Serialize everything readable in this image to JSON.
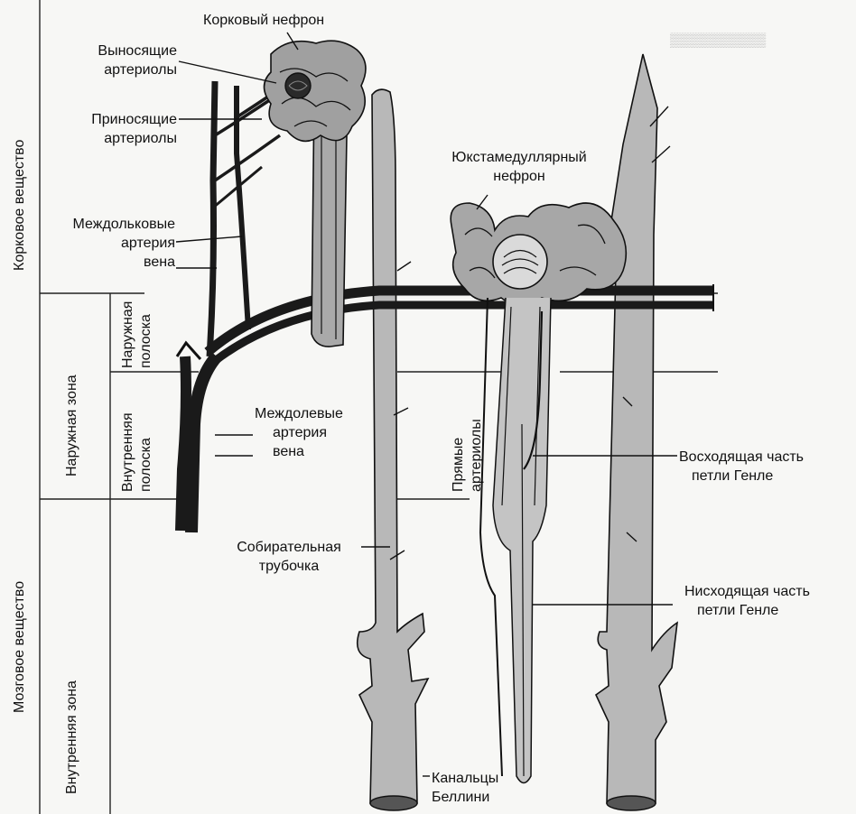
{
  "zones": {
    "cortex": "Корковое вещество",
    "medulla": "Мозговое вещество",
    "outer_zone": "Наружная зона",
    "inner_zone": "Внутренняя зона",
    "outer_strip": [
      "Наружная",
      "полоска"
    ],
    "inner_strip": [
      "Внутренняя",
      "полоска"
    ]
  },
  "labels": {
    "cortical_nephron": "Корковый нефрон",
    "efferent": [
      "Выносящие",
      "артериолы"
    ],
    "afferent": [
      "Приносящие",
      "артериолы"
    ],
    "interlobular": [
      "Междольковые",
      "артерия",
      "вена"
    ],
    "interlobar": [
      "Междолевые",
      "артерия",
      "вена"
    ],
    "collecting_duct": [
      "Собирательная",
      "трубочка"
    ],
    "juxtamedullary": [
      "Юкстамедуллярный",
      "нефрон"
    ],
    "vasa_recta": [
      "Прямые",
      "артериолы"
    ],
    "ascending": [
      "Восходящая часть",
      "петли Генле"
    ],
    "descending": [
      "Нисходящая часть",
      "петли Генле"
    ],
    "bellini": [
      "Канальцы",
      "Беллини"
    ]
  },
  "colors": {
    "line": "#111111",
    "vessel": "#1a1a1a",
    "tubule": "#a9a9a9",
    "duct": "#b8b8b8",
    "ghost": "#b9b9b9"
  }
}
